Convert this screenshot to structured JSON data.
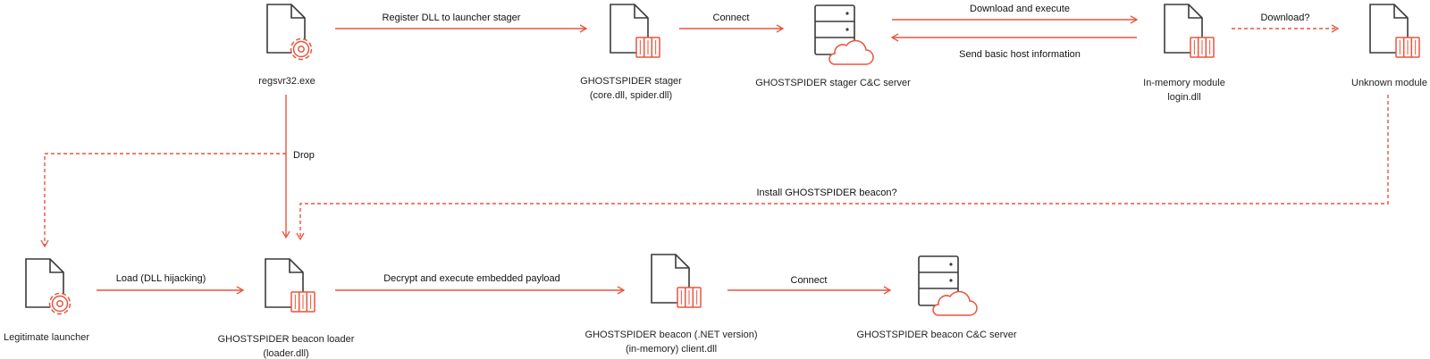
{
  "colors": {
    "accent": "#e8553d",
    "icon": "#3a3a3a",
    "text": "#222222",
    "background": "#ffffff"
  },
  "nodes": {
    "regsvr32": {
      "label": [
        "regsvr32.exe"
      ],
      "icon": "gear-document-icon"
    },
    "stager": {
      "label": [
        "GHOSTSPIDER stager",
        "(core.dll, spider.dll)"
      ],
      "icon": "dll-document-icon"
    },
    "stager_cc": {
      "label": [
        "GHOSTSPIDER stager C&C server"
      ],
      "icon": "cloud-server-icon"
    },
    "inmemory": {
      "label": [
        "In-memory module",
        "login.dll"
      ],
      "icon": "dll-document-icon"
    },
    "unknown": {
      "label": [
        "Unknown module"
      ],
      "icon": "dll-document-icon"
    },
    "launcher": {
      "label": [
        "Legitimate launcher"
      ],
      "icon": "gear-document-icon"
    },
    "beacon_loader": {
      "label": [
        "GHOSTSPIDER beacon loader",
        "(loader.dll)"
      ],
      "icon": "dll-document-icon"
    },
    "beacon_net": {
      "label": [
        "GHOSTSPIDER beacon (.NET version)",
        "(in-memory) client.dll"
      ],
      "icon": "dll-document-icon"
    },
    "beacon_cc": {
      "label": [
        "GHOSTSPIDER beacon C&C server"
      ],
      "icon": "cloud-server-icon"
    }
  },
  "edges": {
    "register": "Register DLL to launcher stager",
    "connect1": "Connect",
    "download_exec": "Download and execute",
    "send_info": "Send basic host information",
    "download_q": "Download?",
    "drop": "Drop",
    "install": "Install GHOSTSPIDER beacon?",
    "load": "Load (DLL hijacking)",
    "decrypt": "Decrypt and execute embedded payload",
    "connect2": "Connect"
  }
}
